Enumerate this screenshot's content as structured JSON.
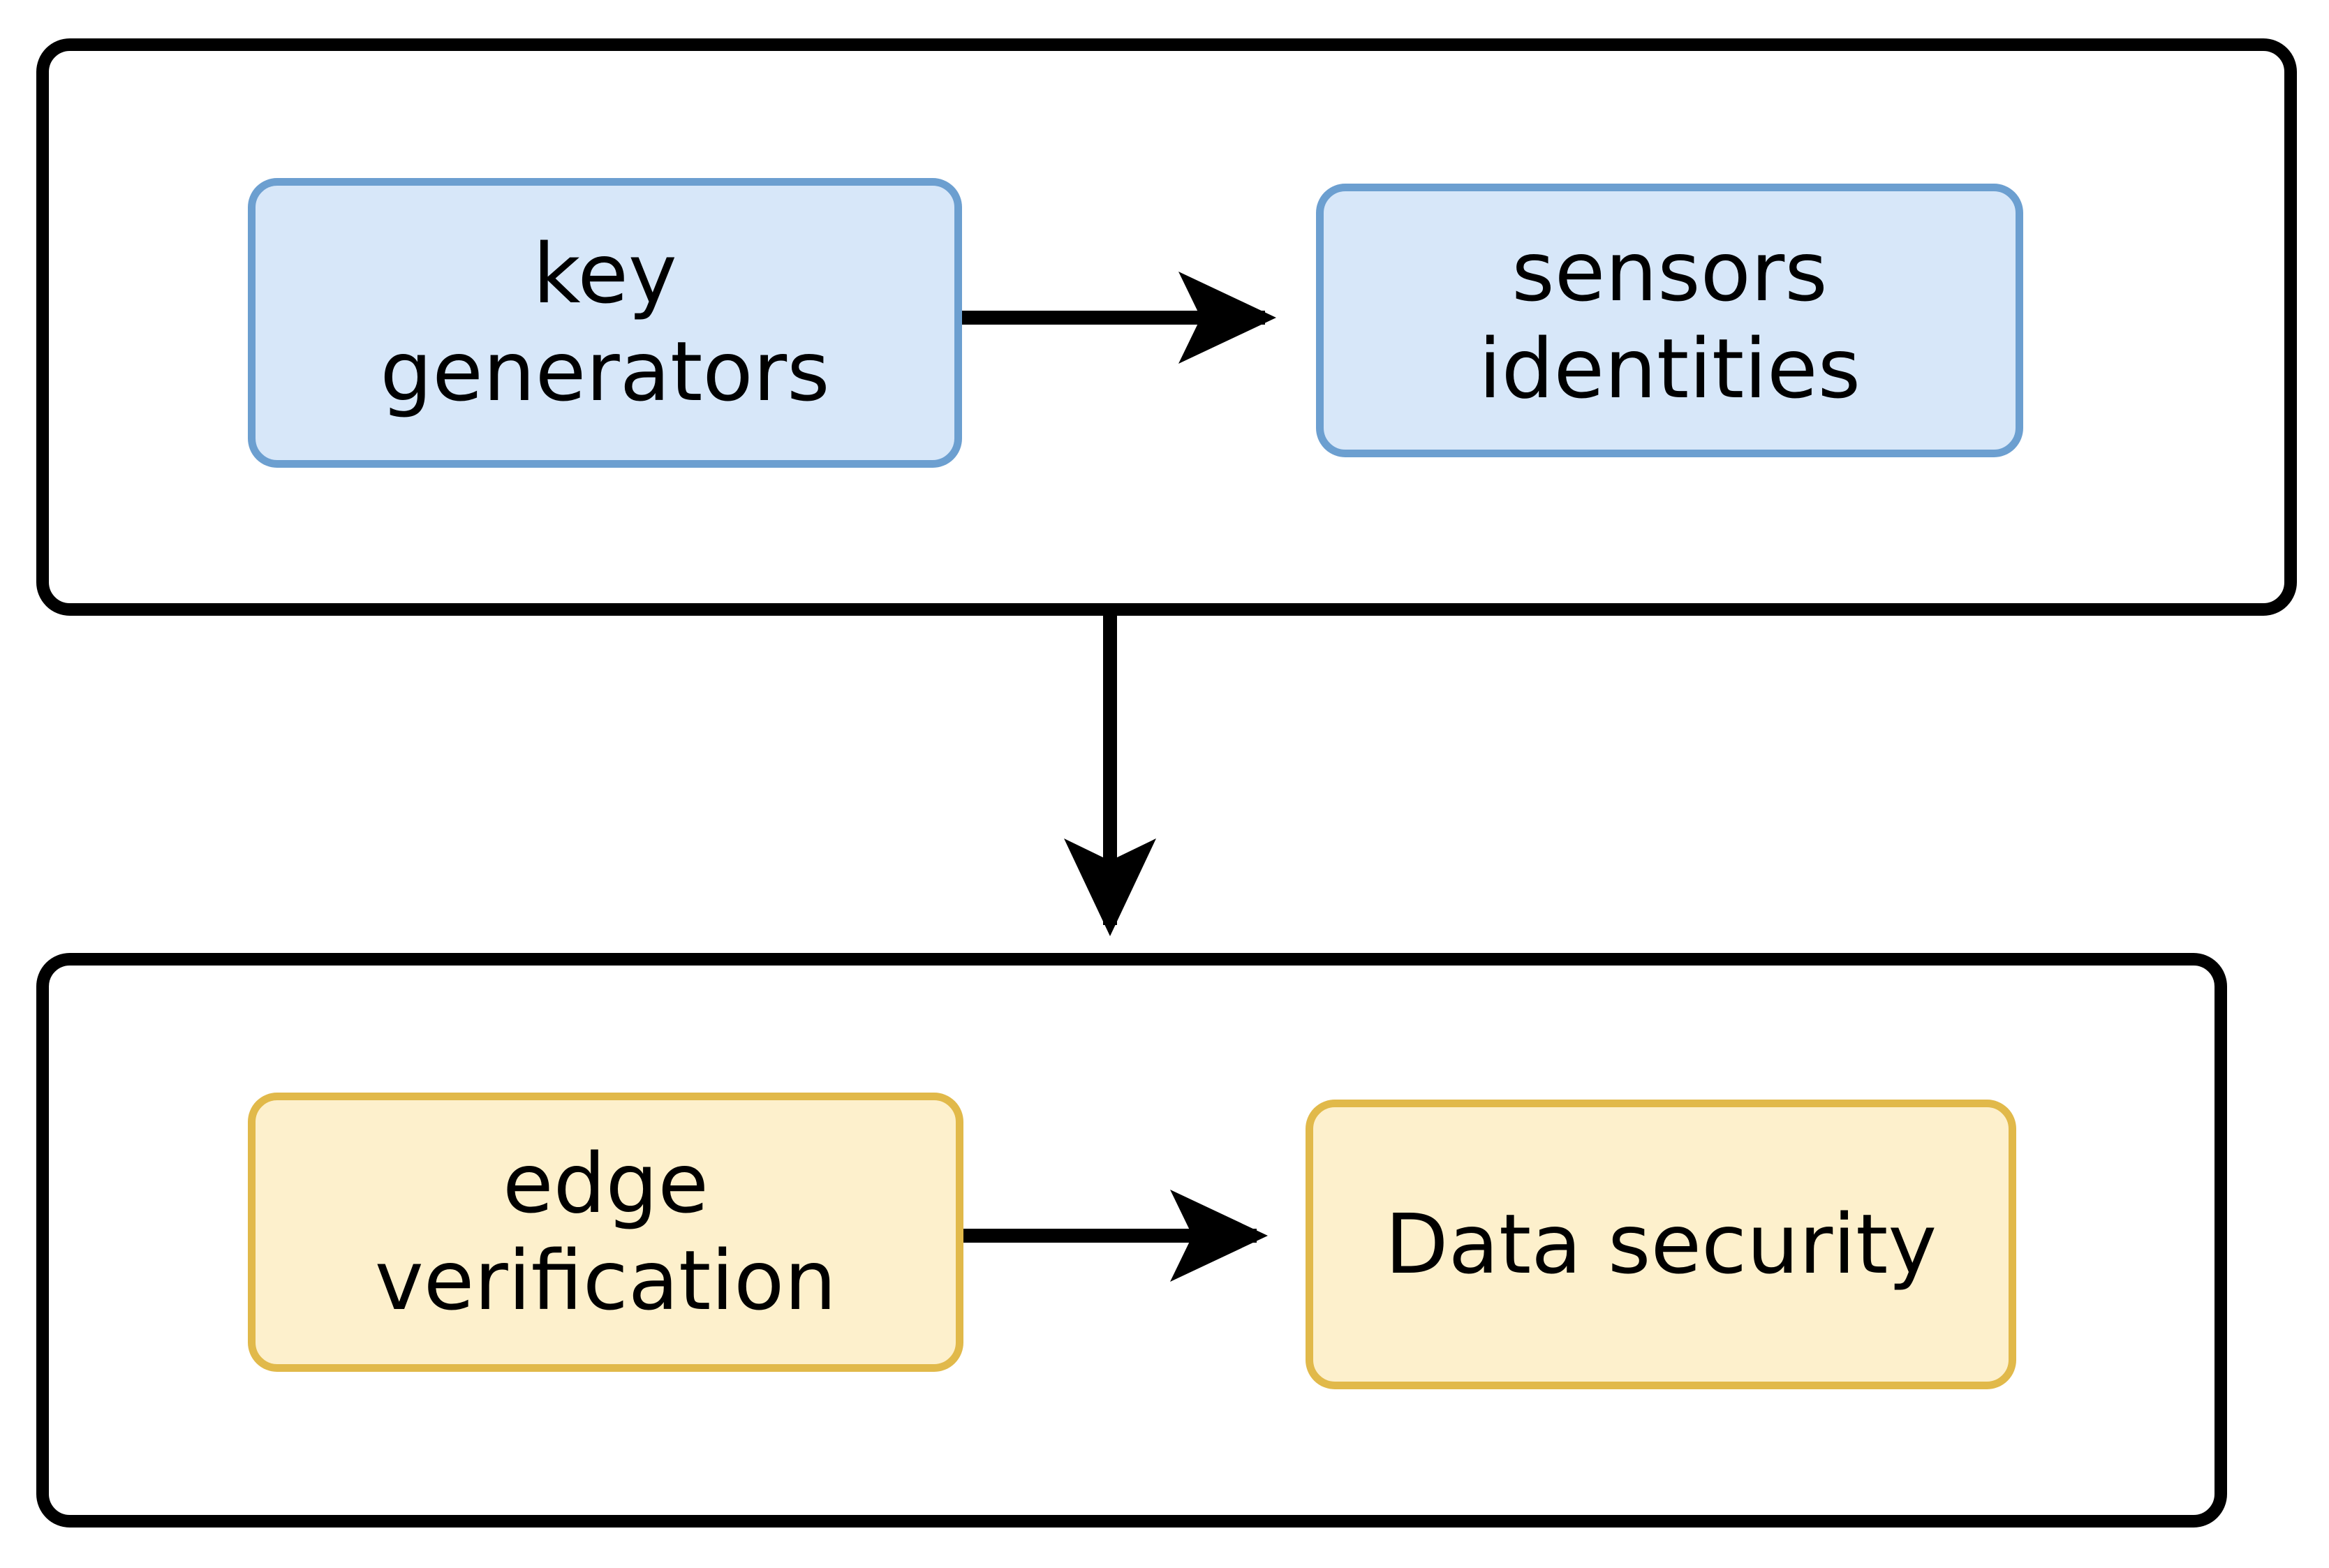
{
  "diagram": {
    "type": "flow-diagram",
    "background_color": "#ffffff",
    "groups": [
      {
        "id": "group-top",
        "label": "",
        "border_color": "#000000",
        "nodes": [
          {
            "id": "key-generators",
            "label": "key\ngenerators",
            "fill": "#d7e7f9",
            "stroke": "#6c9fd0"
          },
          {
            "id": "sensors-identities",
            "label": "sensors\nidentities",
            "fill": "#d7e7f9",
            "stroke": "#6c9fd0"
          }
        ]
      },
      {
        "id": "group-bottom",
        "label": "",
        "border_color": "#000000",
        "nodes": [
          {
            "id": "edge-verification",
            "label": "edge\nverification",
            "fill": "#fdf0cc",
            "stroke": "#e1b94a"
          },
          {
            "id": "data-security",
            "label": "Data security",
            "fill": "#fdf0cc",
            "stroke": "#e1b94a"
          }
        ]
      }
    ],
    "edges": [
      {
        "id": "edge-key-generators-to-sensors-identities",
        "from": "key-generators",
        "to": "sensors-identities",
        "direction": "right",
        "color": "#000000",
        "label": ""
      },
      {
        "id": "edge-group-top-to-group-bottom",
        "from": "group-top",
        "to": "group-bottom",
        "direction": "down",
        "color": "#000000",
        "label": ""
      },
      {
        "id": "edge-edge-verification-to-data-security",
        "from": "edge-verification",
        "to": "data-security",
        "direction": "right",
        "color": "#000000",
        "label": ""
      }
    ]
  }
}
